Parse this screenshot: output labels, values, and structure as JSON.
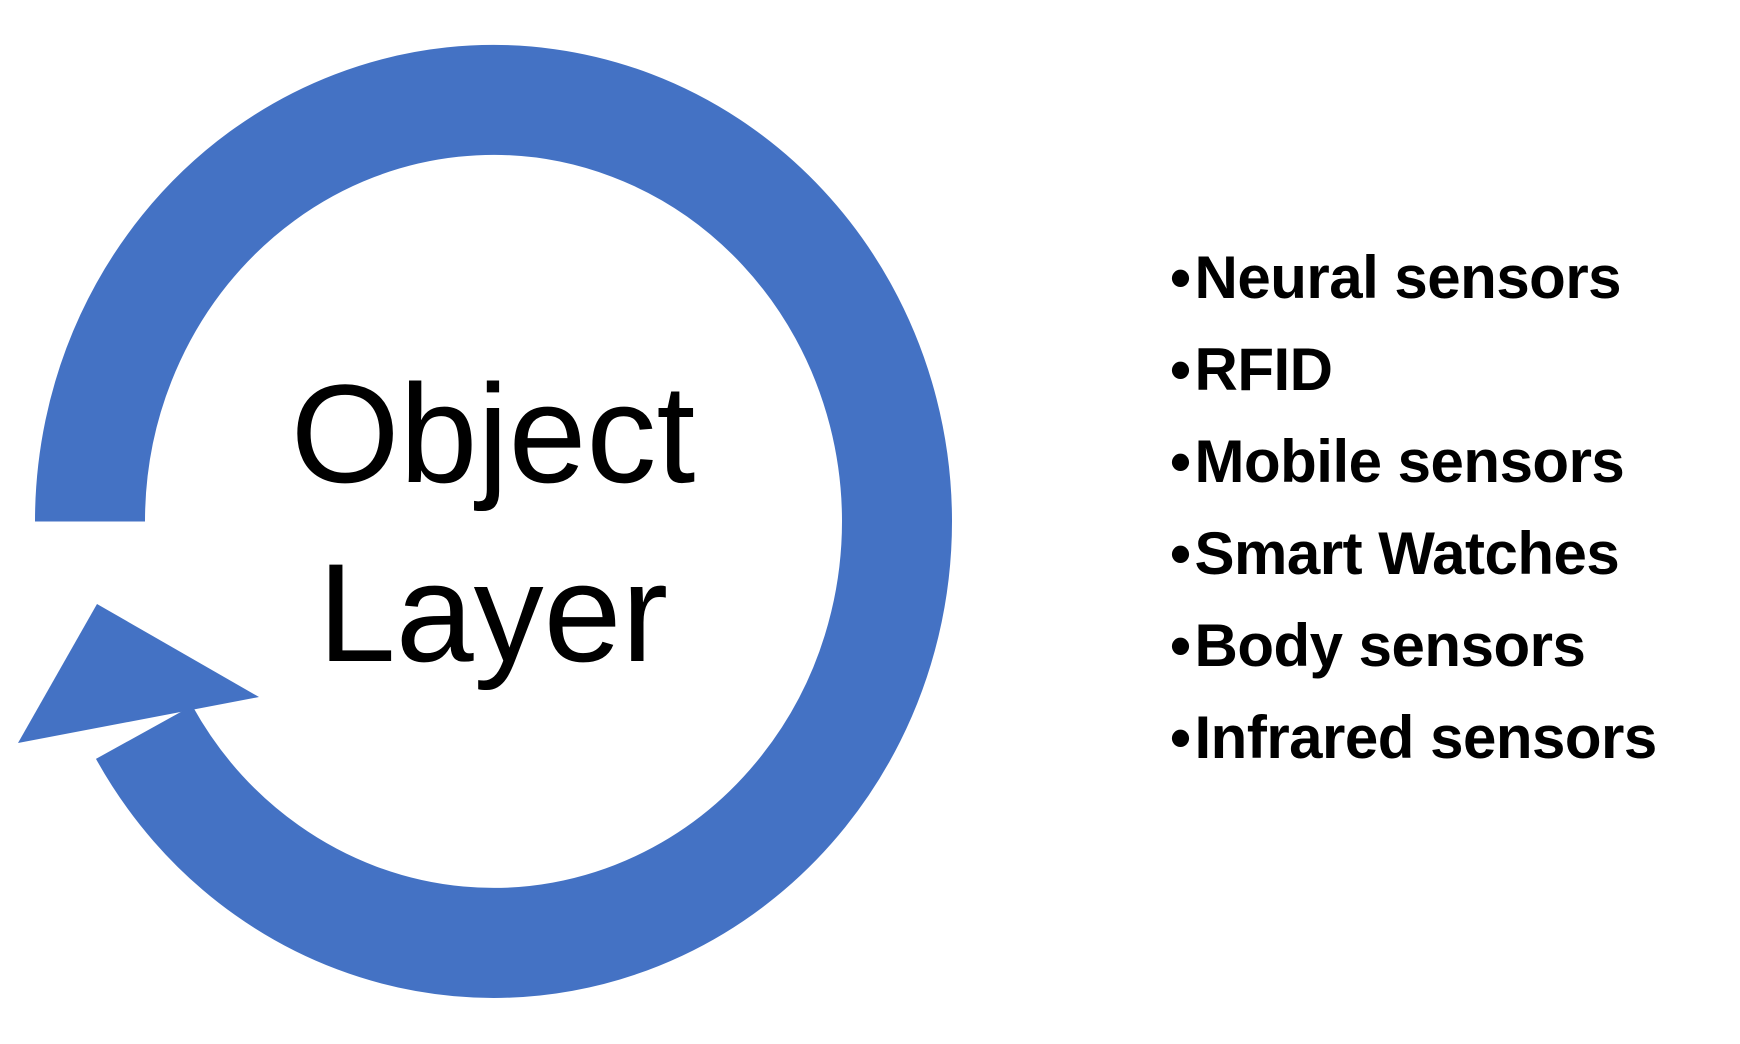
{
  "diagram": {
    "accent_color": "#4472C4",
    "circle_label": "Object Layer"
  },
  "sensor_list": {
    "bullet": "•",
    "items": [
      "Neural sensors",
      "RFID",
      "Mobile sensors",
      "Smart Watches",
      "Body sensors",
      "Infrared sensors"
    ]
  }
}
